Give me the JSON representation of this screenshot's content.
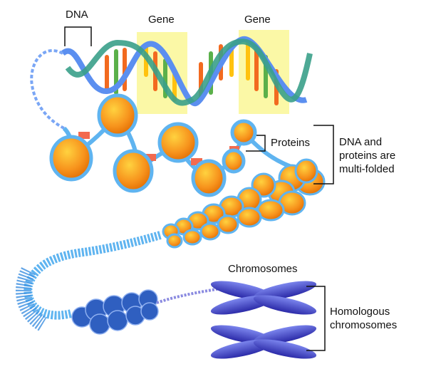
{
  "labels": {
    "dna": "DNA",
    "gene_1": "Gene",
    "gene_2": "Gene",
    "proteins": "Proteins",
    "multi_folded": [
      "DNA and",
      "proteins are",
      "multi-folded"
    ],
    "chromosomes": "Chromosomes",
    "homologous": [
      "Homologous",
      "chromosomes"
    ]
  },
  "colors": {
    "gene_highlight": "#fbf8a6",
    "dna_strand": "#5b8ff0",
    "dna_strand_2": "#3aa08a",
    "histone": "#f7941d",
    "dna_wrap": "#5fb4f0",
    "linker_protein": "#f26a4f",
    "chromosome": "#4b46c8",
    "condensed": "#2f5fc0"
  }
}
